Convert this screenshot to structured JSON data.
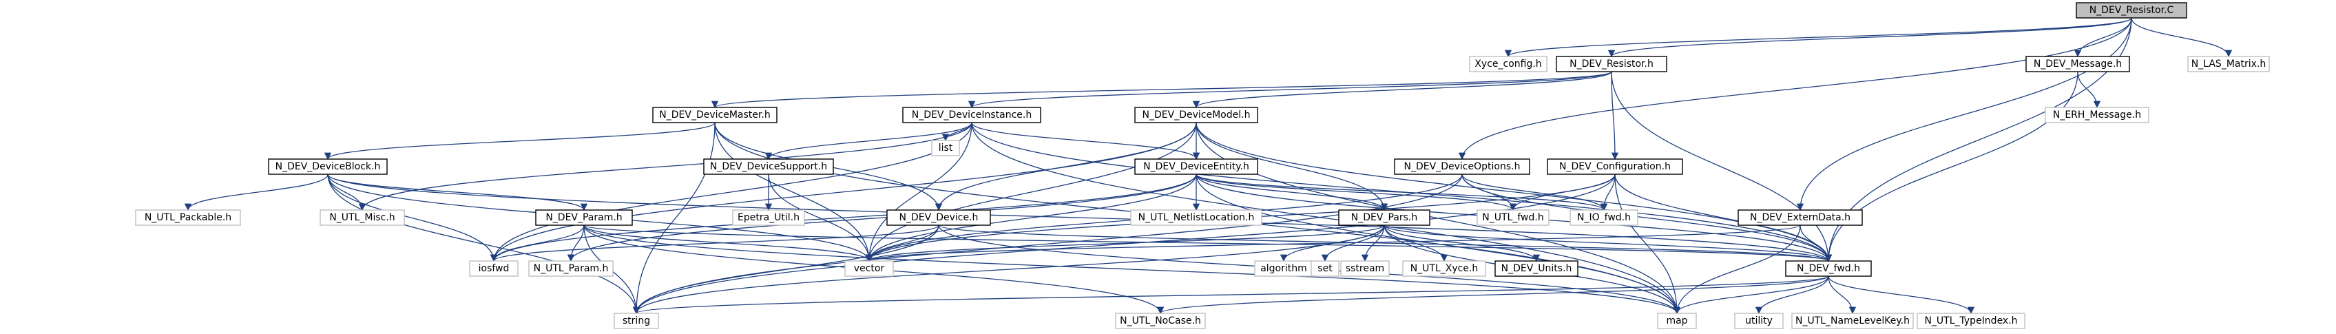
{
  "colors": {
    "edge": "#1f3f7f",
    "root_fill": "#bfbfbf",
    "node_border": "#000000",
    "plain_border": "#bfbfbf",
    "node_fill": "#ffffff"
  },
  "nodes": {
    "root": "N_DEV_Resistor.C",
    "xyce_config": "Xyce_config.h",
    "resistor_h": "N_DEV_Resistor.h",
    "message_h": "N_DEV_Message.h",
    "las_matrix": "N_LAS_Matrix.h",
    "erh_message": "N_ERH_Message.h",
    "device_master": "N_DEV_DeviceMaster.h",
    "device_instance": "N_DEV_DeviceInstance.h",
    "device_model": "N_DEV_DeviceModel.h",
    "list": "list",
    "device_block": "N_DEV_DeviceBlock.h",
    "device_support": "N_DEV_DeviceSupport.h",
    "device_entity": "N_DEV_DeviceEntity.h",
    "device_options": "N_DEV_DeviceOptions.h",
    "configuration": "N_DEV_Configuration.h",
    "utl_packable": "N_UTL_Packable.h",
    "utl_misc": "N_UTL_Misc.h",
    "epetra_util": "Epetra_Util.h",
    "netlist_location": "N_UTL_NetlistLocation.h",
    "utl_fwd": "N_UTL_fwd.h",
    "io_fwd": "N_IO_fwd.h",
    "extern_data": "N_DEV_ExternData.h",
    "dev_param": "N_DEV_Param.h",
    "device_h": "N_DEV_Device.h",
    "dev_pars": "N_DEV_Pars.h",
    "iosfwd": "iosfwd",
    "utl_param": "N_UTL_Param.h",
    "vector": "vector",
    "algorithm": "algorithm",
    "set": "set",
    "sstream": "sstream",
    "utl_xyce": "N_UTL_Xyce.h",
    "dev_units": "N_DEV_Units.h",
    "dev_fwd": "N_DEV_fwd.h",
    "string": "string",
    "nocase": "N_UTL_NoCase.h",
    "map": "map",
    "utility": "utility",
    "name_level_key": "N_UTL_NameLevelKey.h",
    "type_index": "N_UTL_TypeIndex.h"
  }
}
